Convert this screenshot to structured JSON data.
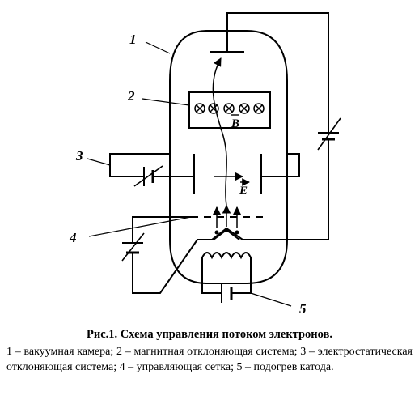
{
  "diagram": {
    "callouts": {
      "c1": "1",
      "c2": "2",
      "c3": "3",
      "c4": "4",
      "c5": "5"
    },
    "field_labels": {
      "magnetic": "B",
      "electric": "E"
    },
    "colors": {
      "ink": "#000000",
      "background": "#ffffff"
    }
  },
  "caption": {
    "title": "Рис.1. Схема управления потоком электронов.",
    "body": "1 – вакуумная камера; 2 – магнитная отклоняющая система; 3 – электростатическая отклоняющая система; 4 – управляющая сетка; 5 – подогрев катода."
  }
}
